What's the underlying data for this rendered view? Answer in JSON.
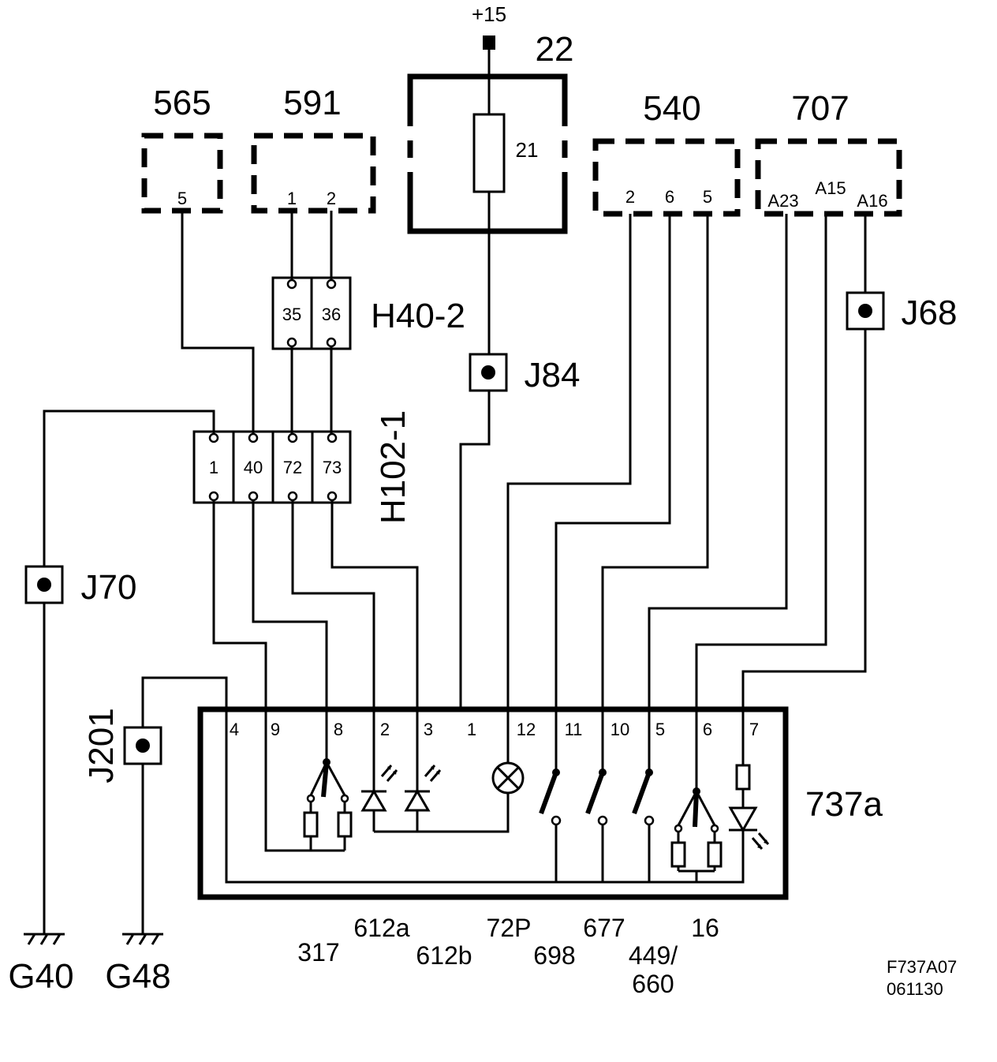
{
  "supply": {
    "label": "+15"
  },
  "fuse_box": {
    "id": "22",
    "fuse": "21"
  },
  "modules": {
    "m565": {
      "id": "565",
      "pins": [
        "5"
      ]
    },
    "m591": {
      "id": "591",
      "pins": [
        "1",
        "2"
      ]
    },
    "m540": {
      "id": "540",
      "pins": [
        "2",
        "6",
        "5"
      ]
    },
    "m707": {
      "id": "707",
      "pins": [
        "A23",
        "A15",
        "A16"
      ]
    }
  },
  "connectors": {
    "h40": {
      "label": "H40-2",
      "pins": [
        "35",
        "36"
      ]
    },
    "h102": {
      "label": "H102-1",
      "pins": [
        "1",
        "40",
        "72",
        "73"
      ]
    }
  },
  "junctions": {
    "j84": "J84",
    "j68": "J68",
    "j70": "J70",
    "j201": "J201"
  },
  "component": {
    "id": "737a",
    "pins": [
      "4",
      "9",
      "8",
      "2",
      "3",
      "1",
      "12",
      "11",
      "10",
      "5",
      "6",
      "7"
    ]
  },
  "codes": [
    "317",
    "612a",
    "612b",
    "72P",
    "698",
    "677",
    "449/",
    "660",
    "16"
  ],
  "grounds": {
    "g40": "G40",
    "g48": "G48"
  },
  "drawing_ref": {
    "line1": "F737A07",
    "line2": "061130"
  }
}
